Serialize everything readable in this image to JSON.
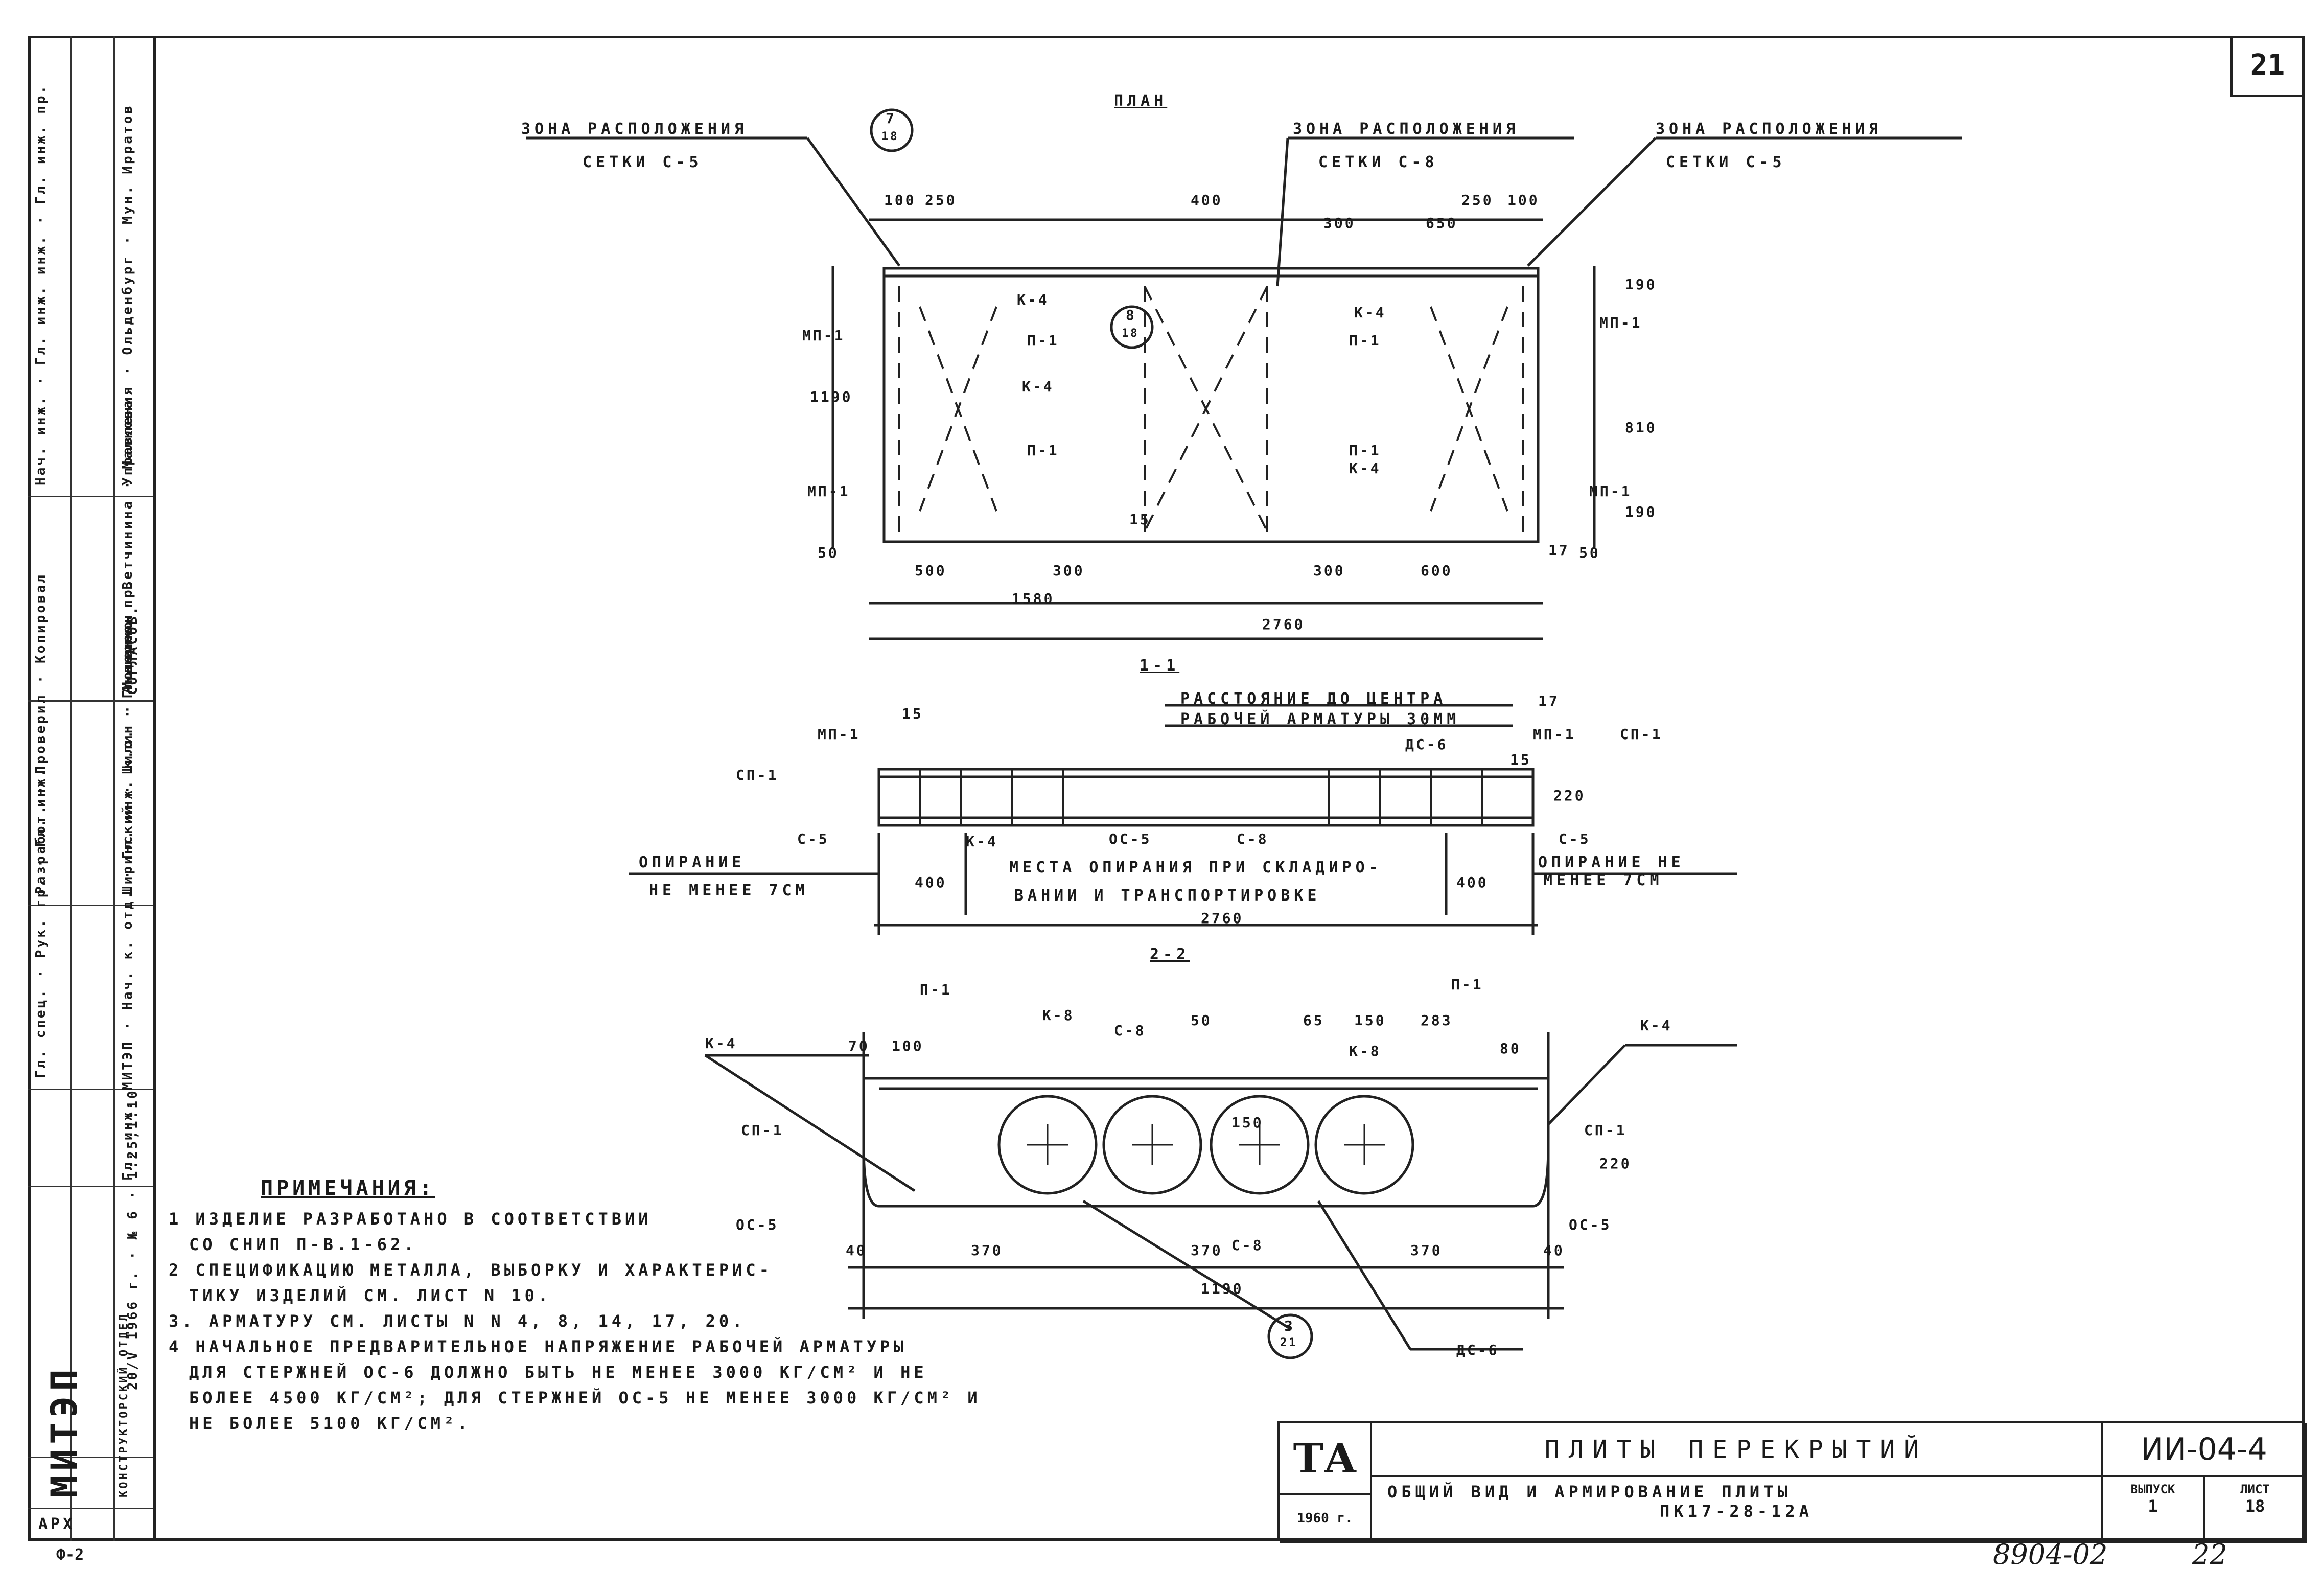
{
  "sheet": {
    "page_number": "21",
    "stamp_number": "8904-02",
    "bottom_left_mark": "Ф-2",
    "bottom_right_number": "22"
  },
  "left_strip": {
    "org": "МИТЭП",
    "org_dept_line1": "КОНСТРУКТОРСКИЙ",
    "org_dept_line2": "ОТДЕЛ",
    "arch_label": "АРХ",
    "meta": [
      "20/V 1966 г.",
      "№ 6",
      "1:25;1:10"
    ],
    "roles": [
      "Гл. инж. МИТЭП",
      "Нач. к. отд.",
      "Гл. инж. к.о.",
      "Гл. инж. пр."
    ],
    "roles2": [
      "Гл. спец.",
      "Рук. гр.",
      "Гл. инж.",
      "Разработ.",
      "Проверил",
      "Копировал"
    ],
    "names": [
      "Ширинский",
      "Шилин",
      "Андерсон",
      "Мошенко",
      "Ветчинина",
      "Малкова",
      "Гл. инж. арх."
    ],
    "approve": "СОГЛАСОВ.",
    "upper": [
      "Нач. инж.",
      "Гл. инж. инж.",
      "Гл. инж. пр.",
      "Управления",
      "Ольденбург",
      "Мун. Ирратов"
    ]
  },
  "plan": {
    "title": "ПЛАН",
    "zone_left": "ЗОНА РАСПОЛОЖЕНИЯ",
    "zone_left_mesh": "СЕТКИ С-5",
    "zone_mid": "ЗОНА РАСПОЛОЖЕНИЯ",
    "zone_mid_mesh": "СЕТКИ С-8",
    "zone_right": "ЗОНА РАСПОЛОЖЕНИЯ",
    "zone_right_mesh": "СЕТКИ С-5",
    "labels": [
      "К-4",
      "П-1",
      "К-4",
      "П-1",
      "К-4",
      "П-1",
      "К-4",
      "П-1",
      "МП-1",
      "МП-1",
      "МП-1",
      "МП-1"
    ],
    "dims": [
      "100",
      "250",
      "400",
      "300",
      "650",
      "250",
      "100",
      "1190",
      "190",
      "810",
      "190",
      "500",
      "300",
      "300",
      "600",
      "1580",
      "2760",
      "50",
      "50",
      "15",
      "17"
    ],
    "callout_top": [
      "7",
      "8"
    ],
    "callout_sub": [
      "18",
      "18"
    ]
  },
  "section": {
    "title": "1-1",
    "note1": "РАССТОЯНИЕ ДО ЦЕНТРА",
    "note2": "РАБОЧЕЙ АРМАТУРЫ 30ММ",
    "support_left1": "ОПИРАНИЕ",
    "support_left2": "НЕ МЕНЕЕ 7СМ",
    "support_right1": "ОПИРАНИЕ НЕ",
    "support_right2": "МЕНЕЕ 7СМ",
    "bearing1": "МЕСТА ОПИРАНИЯ ПРИ СКЛАДИРО-",
    "bearing2": "ВАНИИ И ТРАНСПОРТИРОВКЕ",
    "labels": [
      "МП-1",
      "МП-1",
      "СП-1",
      "СП-1",
      "С-5",
      "С-5",
      "К-4",
      "ОС-5",
      "С-8",
      "ДС-6"
    ],
    "dims": [
      "400",
      "400",
      "2760",
      "220",
      "15",
      "17",
      "15"
    ]
  },
  "section2": {
    "title": "2-2",
    "labels": [
      "П-1",
      "П-1",
      "К-4",
      "К-4",
      "К-8",
      "К-8",
      "С-8",
      "С-8",
      "СП-1",
      "СП-1",
      "ОС-5",
      "ОС-5",
      "ДС-6"
    ],
    "dims": [
      "70",
      "100",
      "370",
      "370",
      "370",
      "40",
      "40",
      "1190",
      "220",
      "150",
      "50",
      "80",
      "65",
      "150",
      "283"
    ],
    "callout_top": "3",
    "callout_sub": "21"
  },
  "notes": {
    "heading": "ПРИМЕЧАНИЯ:",
    "items": [
      "1 ИЗДЕЛИЕ РАЗРАБОТАНО В СООТВЕТСТВИИ",
      "СО СНИП П-В.1-62.",
      "2 СПЕЦИФИКАЦИЮ МЕТАЛЛА, ВЫБОРКУ И ХАРАКТЕРИС-",
      "ТИКУ ИЗДЕЛИЙ СМ. ЛИСТ N 10.",
      "3. АРМАТУРУ СМ. ЛИСТЫ N N 4, 8, 14, 17, 20.",
      "4 НАЧАЛЬНОЕ ПРЕДВАРИТЕЛЬНОЕ НАПРЯЖЕНИЕ РАБОЧЕЙ АРМАТУРЫ",
      "ДЛЯ СТЕРЖНЕЙ ОС-6 ДОЛЖНО БЫТЬ НЕ МЕНЕЕ 3000 КГ/СМ² И НЕ",
      "БОЛЕЕ 4500 КГ/СМ²; ДЛЯ СТЕРЖНЕЙ ОС-5 НЕ МЕНЕЕ 3000 КГ/СМ² И",
      "НЕ БОЛЕЕ 5100 КГ/СМ²."
    ]
  },
  "title_block": {
    "logo": "ТА",
    "year": "1960 г.",
    "main_title": "ПЛИТЫ ПЕРЕКРЫТИЙ",
    "sub_title1": "ОБЩИЙ ВИД И АРМИРОВАНИЕ ПЛИТЫ",
    "sub_title2": "ПК17-28-12А",
    "code": "ИИ-04-4",
    "issue_label": "ВЫПУСК",
    "issue_value": "1",
    "sheet_label": "ЛИСТ",
    "sheet_value": "18"
  }
}
